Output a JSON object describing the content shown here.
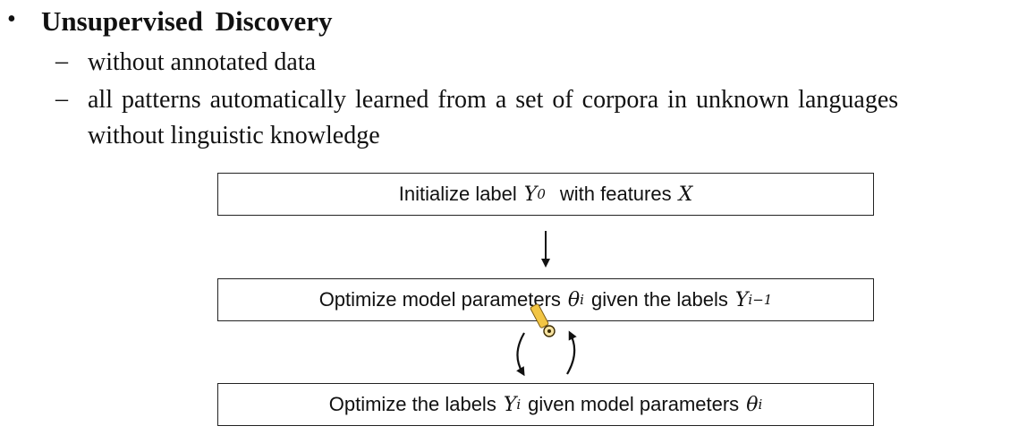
{
  "slide": {
    "bullet": "•",
    "heading": "Unsupervised Discovery",
    "dash": "–",
    "sub_items": [
      "without annotated data",
      "all patterns automatically learned from a set of corpora in unknown languages",
      "without linguistic knowledge"
    ]
  },
  "flow": {
    "box1": {
      "pre": "Initialize label",
      "var1": "Y",
      "var1_sub": "0",
      "mid": "with features",
      "var2": "X"
    },
    "box2": {
      "pre": "Optimize model parameters",
      "var1": "θ",
      "var1_sub": "i",
      "mid": "given the labels",
      "var2": "Y",
      "var2_sub": "i−1"
    },
    "box3": {
      "pre": "Optimize the labels",
      "var1": "Y",
      "var1_sub": "i",
      "mid": "given model parameters",
      "var2": "θ",
      "var2_sub": "i"
    }
  }
}
